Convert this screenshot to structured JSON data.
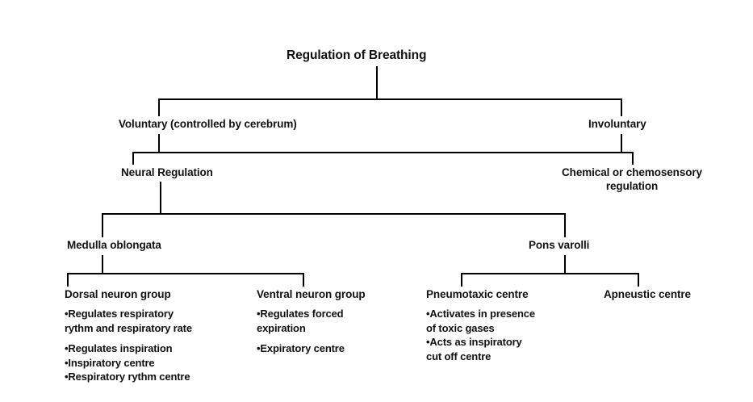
{
  "diagram": {
    "title": "Regulation of Breathing",
    "background_color": "#ffffff",
    "line_color": "#000000",
    "text_color": "#111111",
    "root": {
      "label": "Regulation of Breathing"
    },
    "level2": {
      "voluntary": "Voluntary (controlled by cerebrum)",
      "involuntary": "Involuntary"
    },
    "level3": {
      "neural": "Neural Regulation",
      "chemical_line1": "Chemical or chemosensory",
      "chemical_line2": "regulation",
      "chemical_full": "Chemical or chemosensory regulation"
    },
    "level4": {
      "medulla": "Medulla oblongata",
      "pons": "Pons varolli"
    },
    "level5": {
      "dorsal": "Dorsal neuron group",
      "ventral": "Ventral neuron group",
      "pneumotaxic": "Pneumotaxic centre",
      "apneustic": "Apneustic centre"
    },
    "details": {
      "dorsal_bullets": [
        "Regulates respiratory rythm and respiratory rate",
        "Regulates inspiration",
        "Inspiratory centre",
        "Respiratory rythm centre"
      ],
      "dorsal_lines": [
        "•Regulates respiratory",
        "rythm and respiratory rate",
        "•Regulates inspiration",
        "•Inspiratory centre",
        "•Respiratory rythm centre"
      ],
      "ventral_bullets": [
        "Regulates forced expiration",
        "Expiratory centre"
      ],
      "ventral_lines": [
        "•Regulates forced",
        "expiration",
        "•Expiratory centre"
      ],
      "pneumotaxic_bullets": [
        "Activates in presence of toxic gases",
        "Acts as inspiratory cut off centre"
      ],
      "pneumotaxic_lines": [
        "•Activates in presence",
        "of toxic gases",
        "•Acts as inspiratory",
        "cut off centre"
      ],
      "apneustic_bullets": []
    }
  }
}
